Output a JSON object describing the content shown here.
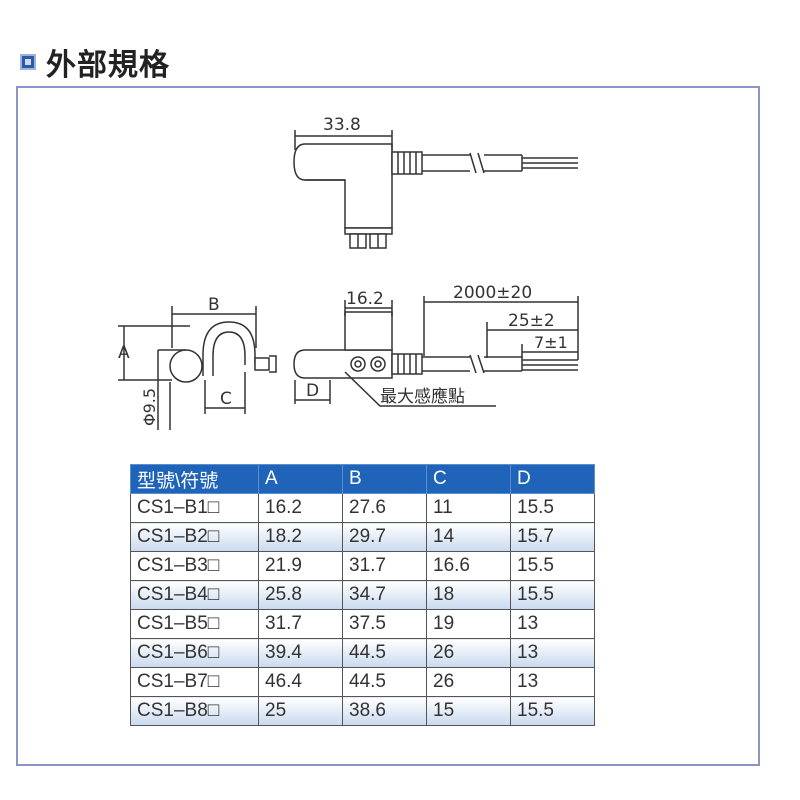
{
  "header": {
    "title": "外部規格",
    "icon": "square-bullet-icon"
  },
  "drawing": {
    "dim_top": "33.8",
    "dim_b": "B",
    "dim_a": "A",
    "dim_c": "C",
    "dim_phi": "Φ9.5",
    "dim_16": "16.2",
    "dim_2000": "2000±20",
    "dim_25": "25±2",
    "dim_7": "7±1",
    "dim_d": "D",
    "callout": "最大感應點"
  },
  "table": {
    "headers": [
      "型號\\符號",
      "A",
      "B",
      "C",
      "D"
    ],
    "rows": [
      [
        "CS1–B1□",
        "16.2",
        "27.6",
        "11",
        "15.5"
      ],
      [
        "CS1–B2□",
        "18.2",
        "29.7",
        "14",
        "15.7"
      ],
      [
        "CS1–B3□",
        "21.9",
        "31.7",
        "16.6",
        "15.5"
      ],
      [
        "CS1–B4□",
        "25.8",
        "34.7",
        "18",
        "15.5"
      ],
      [
        "CS1–B5□",
        "31.7",
        "37.5",
        "19",
        "13"
      ],
      [
        "CS1–B6□",
        "39.4",
        "44.5",
        "26",
        "13"
      ],
      [
        "CS1–B7□",
        "46.4",
        "44.5",
        "26",
        "13"
      ],
      [
        "CS1–B8□",
        "25",
        "38.6",
        "15",
        "15.5"
      ]
    ]
  },
  "colors": {
    "header_bg": "#1f64b8",
    "frame": "#8d95c8",
    "row_alt": "#c9d9ee"
  }
}
